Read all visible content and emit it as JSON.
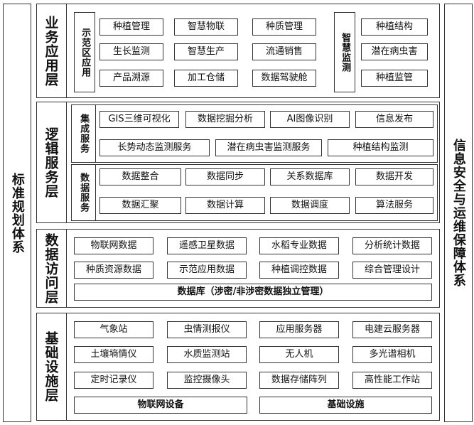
{
  "left_side": "标准规划体系",
  "right_side": "信息安全与运维保障体系",
  "layers": {
    "business": {
      "title": "业务应用层",
      "demo_label": "示范区应用",
      "demo_items": [
        "种植管理",
        "智慧物联",
        "种质管理",
        "生长监测",
        "智慧生产",
        "流通销售",
        "产品溯源",
        "加工仓储",
        "数据驾驶舱"
      ],
      "monitor_label": "智慧监测",
      "monitor_items": [
        "种植结构",
        "潜在病虫害",
        "种植监管"
      ]
    },
    "logic": {
      "title": "逻辑服务层",
      "integration_label": "集成服务",
      "integration_row1": [
        "GIS三维可视化",
        "数据挖掘分析",
        "AI图像识别",
        "信息发布"
      ],
      "integration_row2": [
        "长势动态监测服务",
        "潜在病虫害监测服务",
        "种植结构监测"
      ],
      "data_label": "数据服务",
      "data_items": [
        "数据整合",
        "数据同步",
        "关系数据库",
        "数据开发",
        "数据汇聚",
        "数据计算",
        "数据调度",
        "算法服务"
      ]
    },
    "access": {
      "title": "数据访问层",
      "items": [
        "物联网数据",
        "遥感卫星数据",
        "水稻专业数据",
        "分析统计数据",
        "种质资源数据",
        "示范应用数据",
        "种植调控数据",
        "综合管理设计"
      ],
      "database": "数据库（涉密/非涉密数据独立管理）"
    },
    "infra": {
      "title": "基础设施层",
      "items": [
        "气象站",
        "虫情测报仪",
        "应用服务器",
        "电建云服务器",
        "土壤墒情仪",
        "水质监测站",
        "无人机",
        "多光谱相机",
        "定时记录仪",
        "监控摄像头",
        "数据存储阵列",
        "高性能工作站"
      ],
      "bottom": [
        "物联网设备",
        "基础设施"
      ]
    }
  }
}
